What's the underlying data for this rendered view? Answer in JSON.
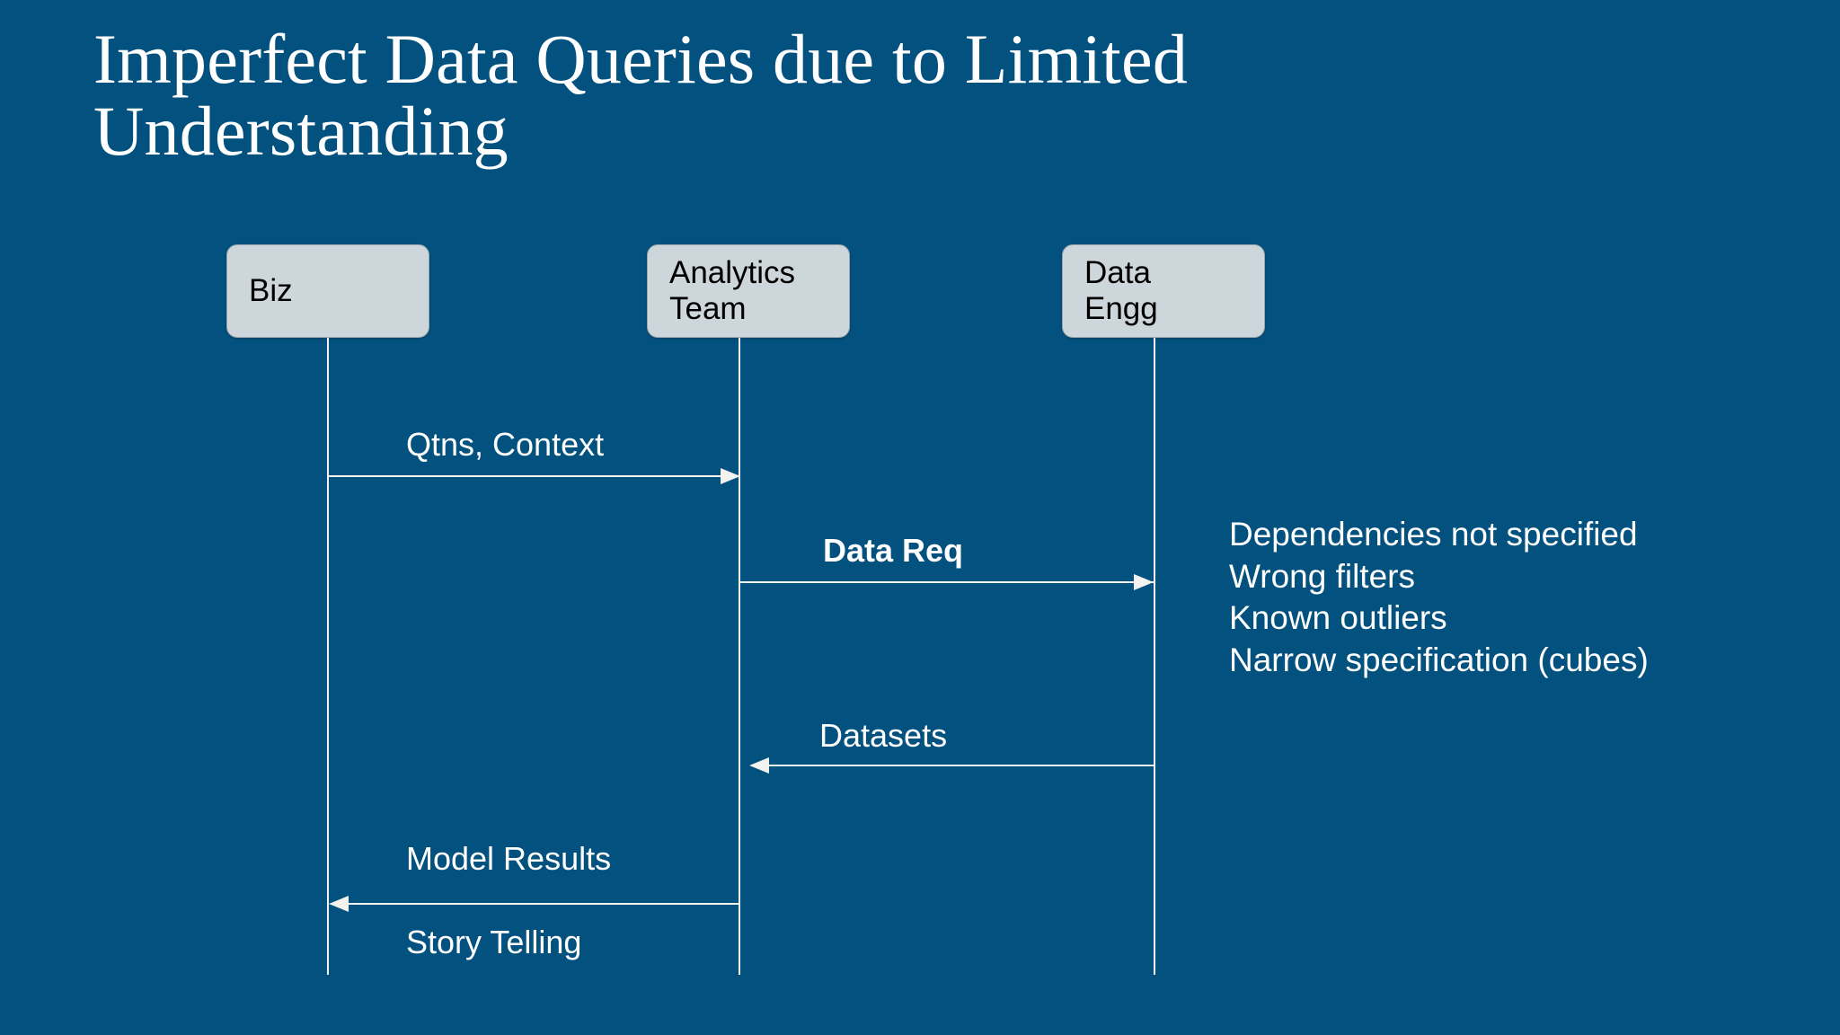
{
  "slide": {
    "background_color": "#03517f",
    "title": "Imperfect Data Queries due to Limited Understanding"
  },
  "diagram": {
    "type": "sequence-diagram",
    "box_fill_color": "#cdd6da",
    "line_color": "#f2f2ee",
    "actors": [
      {
        "id": "biz",
        "label": "Biz"
      },
      {
        "id": "analytics",
        "label": "Analytics\nTeam"
      },
      {
        "id": "data_engg",
        "label": "Data\nEngg"
      }
    ],
    "messages": [
      {
        "id": "m1",
        "label": "Qtns, Context",
        "from": "biz",
        "to": "analytics",
        "direction": "right",
        "bold": false
      },
      {
        "id": "m2",
        "label": "Data Req",
        "from": "analytics",
        "to": "data_engg",
        "direction": "right",
        "bold": true
      },
      {
        "id": "m3",
        "label": "Datasets",
        "from": "data_engg",
        "to": "analytics",
        "direction": "left",
        "bold": false
      },
      {
        "id": "m4",
        "label": "Model Results",
        "from": "analytics",
        "to": "biz",
        "direction": "left",
        "bold": false
      },
      {
        "id": "m5",
        "label": "Story Telling",
        "from": "analytics",
        "to": "biz",
        "direction": "left",
        "bold": false
      }
    ]
  },
  "annotations": {
    "lines": [
      "Dependencies not specified",
      "Wrong filters",
      "Known outliers",
      "Narrow specification (cubes)"
    ]
  }
}
